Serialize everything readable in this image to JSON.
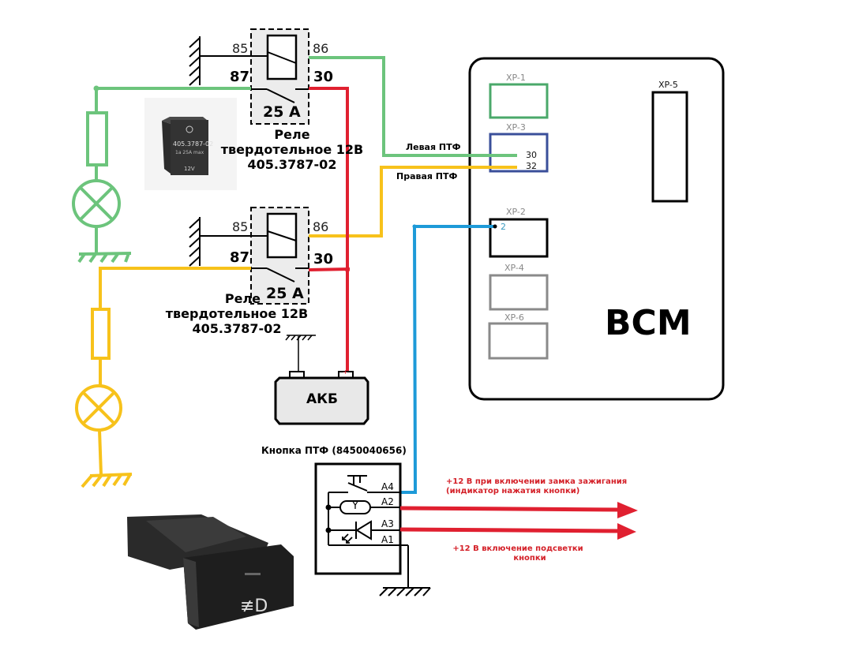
{
  "colors": {
    "green_wire": "#6cc47c",
    "yellow_wire": "#f7c21b",
    "red_wire": "#e02030",
    "blue_wire": "#1d9ad8",
    "relay_fill": "#ececec",
    "xp1_border": "#4aa86a",
    "xp3_border": "#3a4f9a",
    "xp_gray_border": "#8a8a8a",
    "red_note": "#d42028"
  },
  "relays": [
    {
      "id": "relay-left-fog",
      "pins": {
        "coil_ground": "85",
        "coil_signal": "86",
        "output": "87",
        "power": "30"
      },
      "rating": "25 А",
      "caption_line1": "Реле",
      "caption_line2": "твердотельное 12В",
      "caption_line3": "405.3787-02"
    },
    {
      "id": "relay-right-fog",
      "pins": {
        "coil_ground": "85",
        "coil_signal": "86",
        "output": "87",
        "power": "30"
      },
      "rating": "25 А",
      "caption_line1": "Реле",
      "caption_line2": "твердотельное 12В",
      "caption_line3": "405.3787-02"
    }
  ],
  "relay_photo": {
    "part_number": "405.3787-02",
    "spec": "1a    25A max",
    "voltage": "12V"
  },
  "bcm": {
    "title": "BCM",
    "connectors": [
      {
        "name": "XP-1"
      },
      {
        "name": "XP-3",
        "pins": [
          "30",
          "32"
        ]
      },
      {
        "name": "XP-2",
        "pins": [
          "2"
        ]
      },
      {
        "name": "XP-4"
      },
      {
        "name": "XP-6"
      },
      {
        "name": "XP-5"
      }
    ]
  },
  "wires": {
    "left_fog_label": "Левая ПТФ",
    "right_fog_label": "Правая ПТФ"
  },
  "battery": {
    "label": "АКБ",
    "neg": "-",
    "pos": "+"
  },
  "button": {
    "title": "Кнопка ПТФ (8450040656)",
    "indicator_symbol": "Y",
    "pins": [
      "A4",
      "A2",
      "A3",
      "A1"
    ],
    "note_a2_line1": "+12 В при включении замка зажигания",
    "note_a2_line2": "(индикатор нажатия кнопки)",
    "note_a3_line1": "+12 В включение подсветки",
    "note_a3_line2": "кнопки"
  }
}
